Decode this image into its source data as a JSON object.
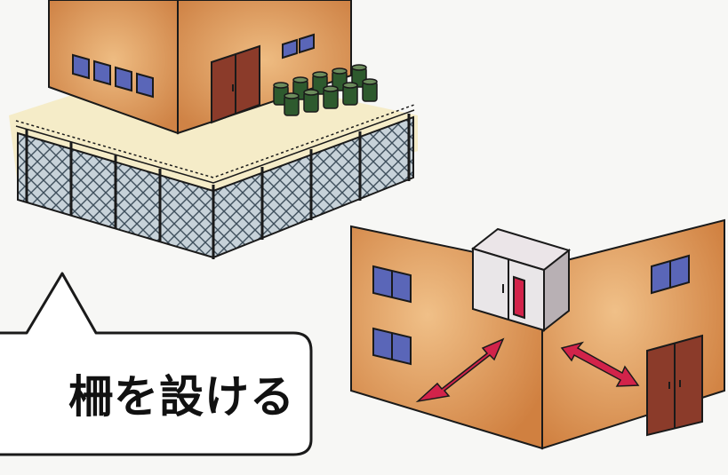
{
  "callout": {
    "text": "柵を設ける"
  },
  "colors": {
    "wall": "#d98f52",
    "wall_light": "#e9b277",
    "window": "#5a66b8",
    "door": "#8b3b2a",
    "drum": "#2e5a2e",
    "fence": "#6f8393",
    "arrow": "#d2234a",
    "cabinet": "#d9d3d6",
    "outline": "#1a1a1a"
  },
  "icons": [
    "warehouse-illustration",
    "fence-illustration",
    "drum-barrels-illustration",
    "building-corner-illustration",
    "cabinet-illustration",
    "arrow-icon"
  ]
}
